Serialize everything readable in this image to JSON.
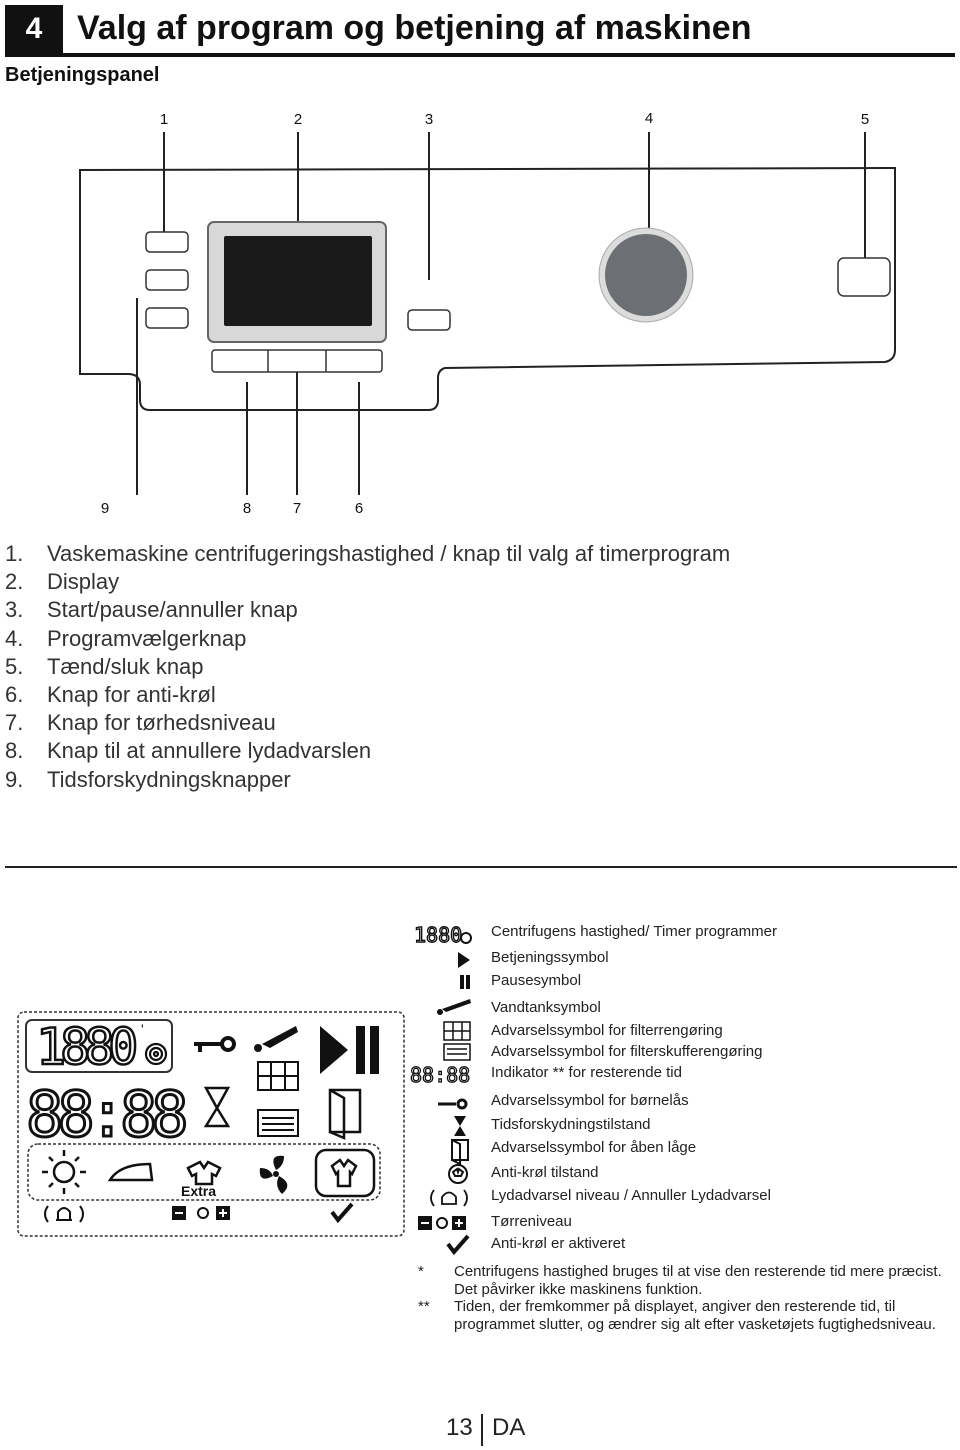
{
  "header": {
    "chapter": "4",
    "title": "Valg af program og betjening af maskinen"
  },
  "subtitle": "Betjeningspanel",
  "panel_callouts": {
    "top": [
      "1",
      "2",
      "3",
      "4",
      "5"
    ],
    "bottom": [
      "9",
      "8",
      "7",
      "6"
    ]
  },
  "legend": [
    {
      "num": "1.",
      "text": "Vaskemaskine centrifugeringshastighed / knap til valg af timerprogram"
    },
    {
      "num": "2.",
      "text": "Display"
    },
    {
      "num": "3.",
      "text": "Start/pause/annuller knap"
    },
    {
      "num": "4.",
      "text": "Programvælgerknap"
    },
    {
      "num": "5.",
      "text": "Tænd/sluk knap"
    },
    {
      "num": "6.",
      "text": "Knap for anti-krøl"
    },
    {
      "num": "7.",
      "text": "Knap for tørhedsniveau"
    },
    {
      "num": "8.",
      "text": "Knap til at annullere lydadvarslen"
    },
    {
      "num": "9.",
      "text": "Tidsforskydningsknapper"
    }
  ],
  "display": {
    "digits_top": "1880",
    "digits_bottom": "88:88",
    "extra_label": "Extra"
  },
  "symbols": [
    {
      "icon": "spin-speed-display-icon",
      "label": "Centrifugens hastighed/ Timer programmer"
    },
    {
      "icon": "play-icon",
      "label": "Betjeningssymbol"
    },
    {
      "icon": "pause-icon",
      "label": "Pausesymbol"
    },
    {
      "icon": "water-tank-icon",
      "label": "Vandtanksymbol"
    },
    {
      "icon": "filter-cleaning-icon",
      "label": "Advarselssymbol for filterrengøring"
    },
    {
      "icon": "filter-drawer-icon",
      "label": "Advarselssymbol for filterskufferengøring"
    },
    {
      "icon": "remaining-time-icon",
      "label": "Indikator ** for resterende tid"
    },
    {
      "icon": "key-icon",
      "label": "Advarselssymbol for børnelås"
    },
    {
      "icon": "hourglass-icon",
      "label": "Tidsforskydningstilstand"
    },
    {
      "icon": "open-door-icon",
      "label": "Advarselssymbol for åben låge"
    },
    {
      "icon": "anti-crease-icon",
      "label": "Anti-krøl tilstand"
    },
    {
      "icon": "bell-icon",
      "label": "Lydadvarsel niveau / Annuller Lydadvarsel"
    },
    {
      "icon": "dryness-level-icon",
      "label": "Tørreniveau"
    },
    {
      "icon": "checkmark-icon",
      "label": "Anti-krøl er aktiveret"
    }
  ],
  "footnotes": [
    {
      "mark": "*",
      "lines": [
        "Centrifugens hastighed bruges til at vise den resterende tid mere præcist.",
        "Det påvirker ikke maskinens funktion."
      ]
    },
    {
      "mark": "**",
      "lines": [
        "Tiden, der fremkommer på displayet, angiver den resterende tid, til",
        "programmet slutter, og ændrer sig alt efter vasketøjets fugtighedsniveau."
      ]
    }
  ],
  "page": {
    "number": "13",
    "lang": "DA"
  }
}
